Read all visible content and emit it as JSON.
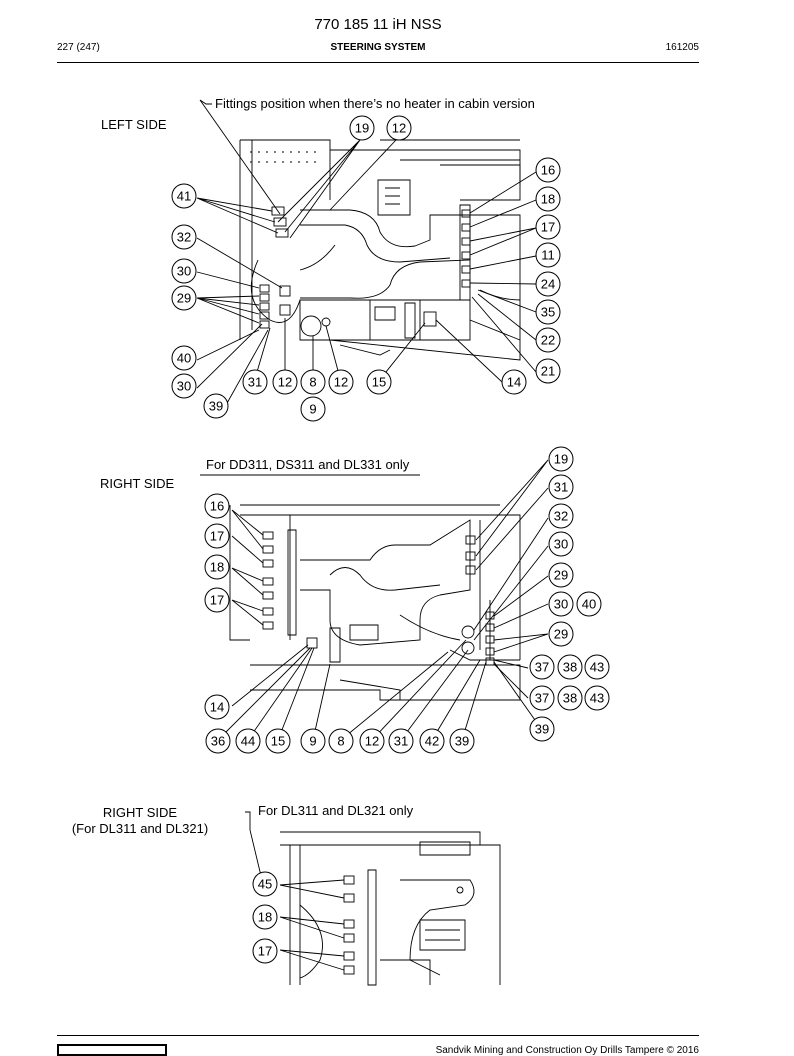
{
  "header": {
    "document_title": "770 185 11 iH NSS",
    "page_number": "227 (247)",
    "section_title": "STEERING SYSTEM",
    "doc_date": "161205"
  },
  "figure_left_side": {
    "side_label": "LEFT SIDE",
    "note": "Fittings position when there’s no heater in cabin version",
    "callouts": [
      "19",
      "12",
      "16",
      "41",
      "18",
      "17",
      "32",
      "11",
      "30",
      "24",
      "29",
      "35",
      "22",
      "40",
      "21",
      "30",
      "31",
      "12",
      "8",
      "12",
      "15",
      "14",
      "39",
      "9"
    ]
  },
  "figure_right_side": {
    "side_label": "RIGHT SIDE",
    "note": "For DD311, DS311 and DL331 only",
    "callouts": [
      "19",
      "31",
      "16",
      "32",
      "17",
      "30",
      "18",
      "29",
      "17",
      "30",
      "40",
      "29",
      "37",
      "38",
      "43",
      "37",
      "38",
      "43",
      "14",
      "39",
      "36",
      "44",
      "15",
      "9",
      "8",
      "12",
      "31",
      "42",
      "39"
    ]
  },
  "figure_right_side_dl": {
    "side_label": "RIGHT SIDE",
    "side_label_sub": "(For DL311 and DL321)",
    "note": "For DL311 and DL321 only",
    "callouts": [
      "45",
      "18",
      "17"
    ]
  },
  "footer": {
    "copyright": "Sandvik Mining and Construction Oy Drills Tampere © 2016",
    "logo": "sandvik-logo"
  }
}
